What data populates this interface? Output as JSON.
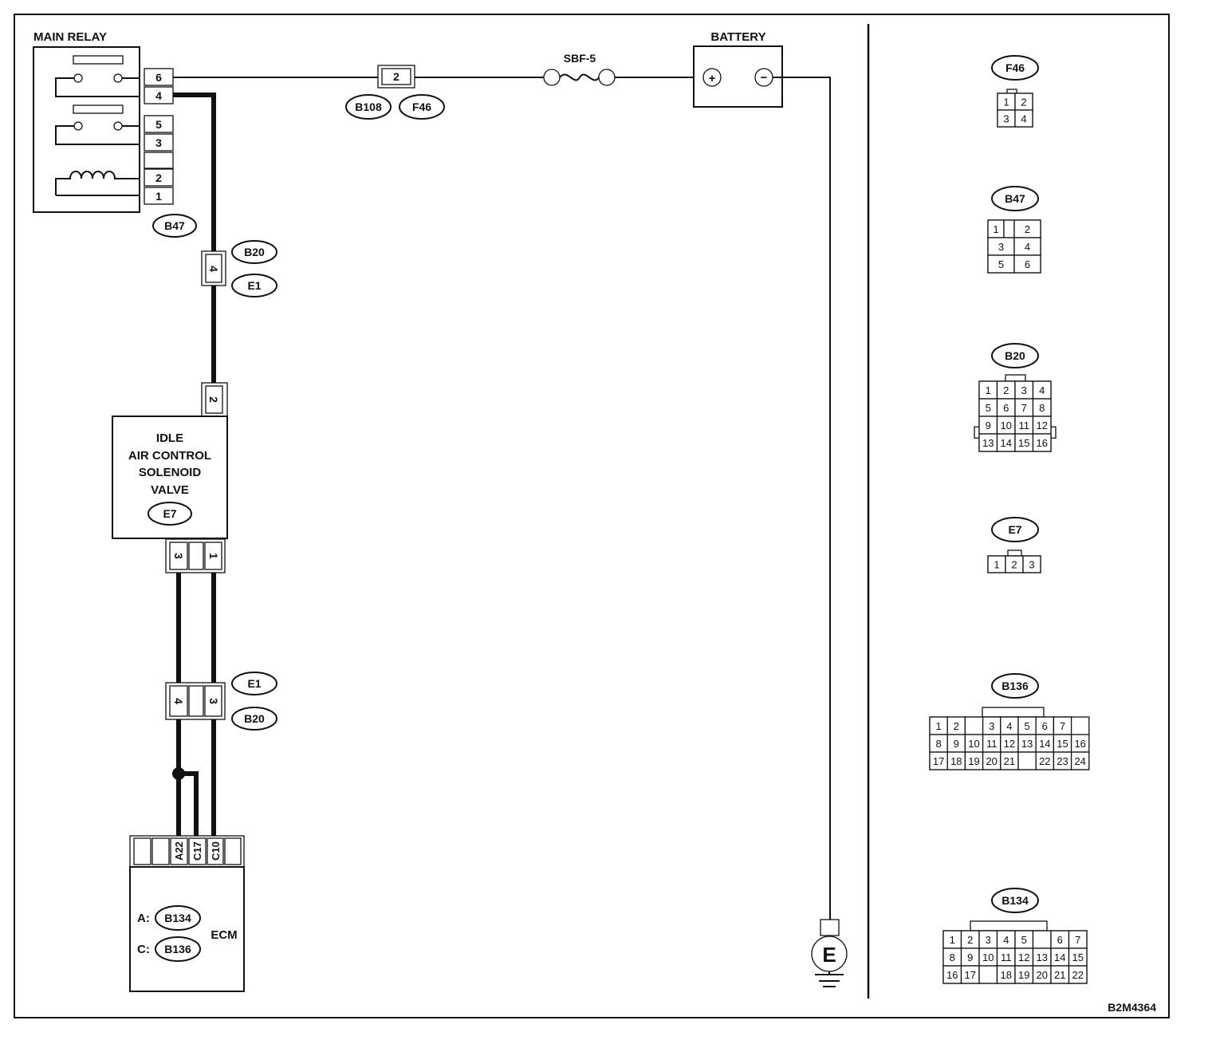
{
  "labels": {
    "main_relay": "MAIN RELAY",
    "battery": "BATTERY",
    "fuse": "SBF-5",
    "iacv": [
      "IDLE",
      "AIR CONTROL",
      "SOLENOID",
      "VALVE"
    ],
    "ecm": "ECM",
    "ecm_a_prefix": "A:",
    "ecm_c_prefix": "C:",
    "ground": "E",
    "plus": "+",
    "minus": "−",
    "figure_code": "B2M4364"
  },
  "connectors": {
    "b47": "B47",
    "b20": "B20",
    "e1": "E1",
    "e7": "E7",
    "b108": "B108",
    "f46": "F46",
    "b134": "B134",
    "b136": "B136"
  },
  "pins": {
    "relay": [
      "6",
      "4",
      "5",
      "3",
      "2",
      "1"
    ],
    "fuse_conn": "2",
    "b20_e1_upper": "4",
    "iacv_top": "2",
    "iacv_bottom": [
      "3",
      "1"
    ],
    "e1_b20_lower": [
      "4",
      "3"
    ],
    "ecm": [
      "A22",
      "C17",
      "C10"
    ]
  },
  "legend": {
    "f46": {
      "label": "F46",
      "rows": [
        [
          "1",
          "2"
        ],
        [
          "3",
          "4"
        ]
      ]
    },
    "b47": {
      "label": "B47",
      "rows": [
        [
          "1",
          "",
          "2"
        ],
        [
          "3",
          "4"
        ],
        [
          "5",
          "6"
        ]
      ]
    },
    "b20": {
      "label": "B20",
      "rows": [
        [
          "1",
          "2",
          "3",
          "4"
        ],
        [
          "5",
          "6",
          "7",
          "8"
        ],
        [
          "9",
          "10",
          "11",
          "12"
        ],
        [
          "13",
          "14",
          "15",
          "16"
        ]
      ]
    },
    "e7": {
      "label": "E7",
      "rows": [
        [
          "1",
          "2",
          "3"
        ]
      ]
    },
    "b136": {
      "label": "B136",
      "rows": [
        [
          "1",
          "2",
          "",
          "3",
          "4",
          "5",
          "6",
          "7"
        ],
        [
          "8",
          "9",
          "10",
          "11",
          "12",
          "13",
          "14",
          "15",
          "16"
        ],
        [
          "17",
          "18",
          "19",
          "20",
          "21",
          "",
          "22",
          "23",
          "24"
        ]
      ]
    },
    "b134": {
      "label": "B134",
      "rows": [
        [
          "1",
          "2",
          "3",
          "4",
          "5",
          "",
          "6",
          "7"
        ],
        [
          "8",
          "9",
          "10",
          "11",
          "12",
          "13",
          "14",
          "15"
        ],
        [
          "16",
          "17",
          "",
          "18",
          "19",
          "20",
          "21",
          "22"
        ]
      ]
    }
  }
}
